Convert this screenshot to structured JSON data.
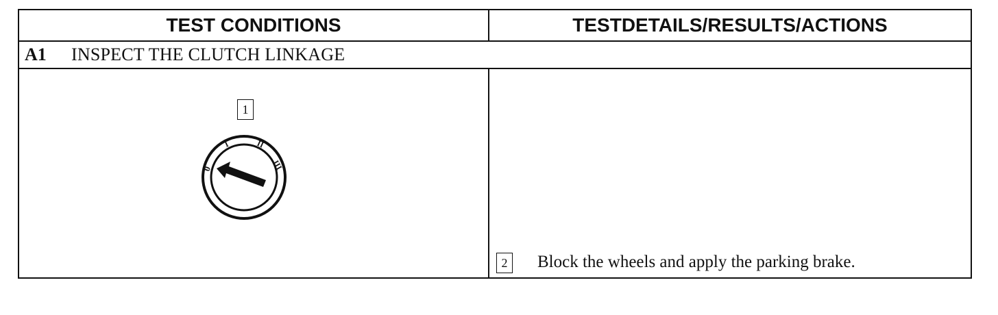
{
  "header": {
    "left": "TEST CONDITIONS",
    "right": "TESTDETAILS/RESULTS/ACTIONS"
  },
  "section": {
    "code": "A1",
    "title": "INSPECT THE CLUTCH LINKAGE"
  },
  "left_cell": {
    "step_number": "1",
    "dial_positions": [
      "0",
      "I",
      "II",
      "III"
    ],
    "icon": "ignition-switch-dial-icon"
  },
  "right_cell": {
    "step_number": "2",
    "instruction": "Block the wheels and apply the parking brake."
  }
}
